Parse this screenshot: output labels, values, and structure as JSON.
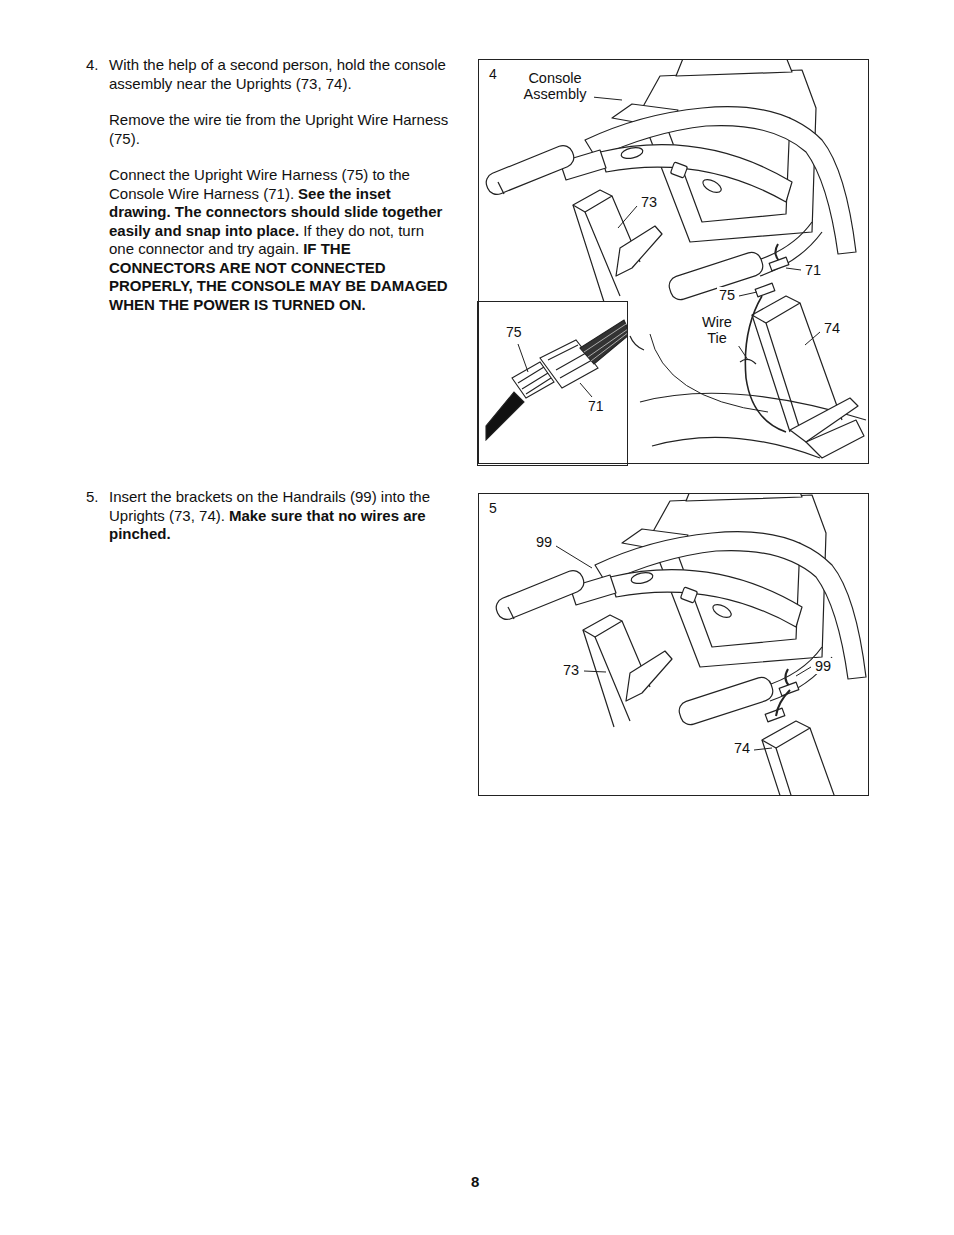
{
  "diagram": {
    "nodes": [
      {
        "text": [
          "4"
        ]
      },
      {
        "text": [
          "75",
          "71"
        ],
        "in": 0
      },
      {
        "text": [
          "5"
        ]
      }
    ],
    "labels": [
      "4.",
      "With the help of a second person, hold the console assembly near the Uprights (73, 74).",
      "Remove the wire tie from the Upright Wire Harness (75).",
      "Connect the Upright Wire Harness (75) to the Console Wire Harness (71).",
      "See the inset drawing. The connectors should slide together easily and snap into place.",
      "If they do not, turn one connector and try again.",
      "IF THE CONNECTORS ARE NOT CONNECTED PROPERLY, THE CONSOLE MAY BE DAMAGED WHEN THE POWER IS TURNED ON.",
      "Console Assembly",
      "73",
      "71",
      "75",
      "Wire Tie",
      "74",
      "5.",
      "Insert the brackets on the Handrails (99) into the Uprights (73, 74).",
      "Make sure that no wires are pinched.",
      "99",
      "73",
      "99",
      "74",
      "8"
    ]
  }
}
